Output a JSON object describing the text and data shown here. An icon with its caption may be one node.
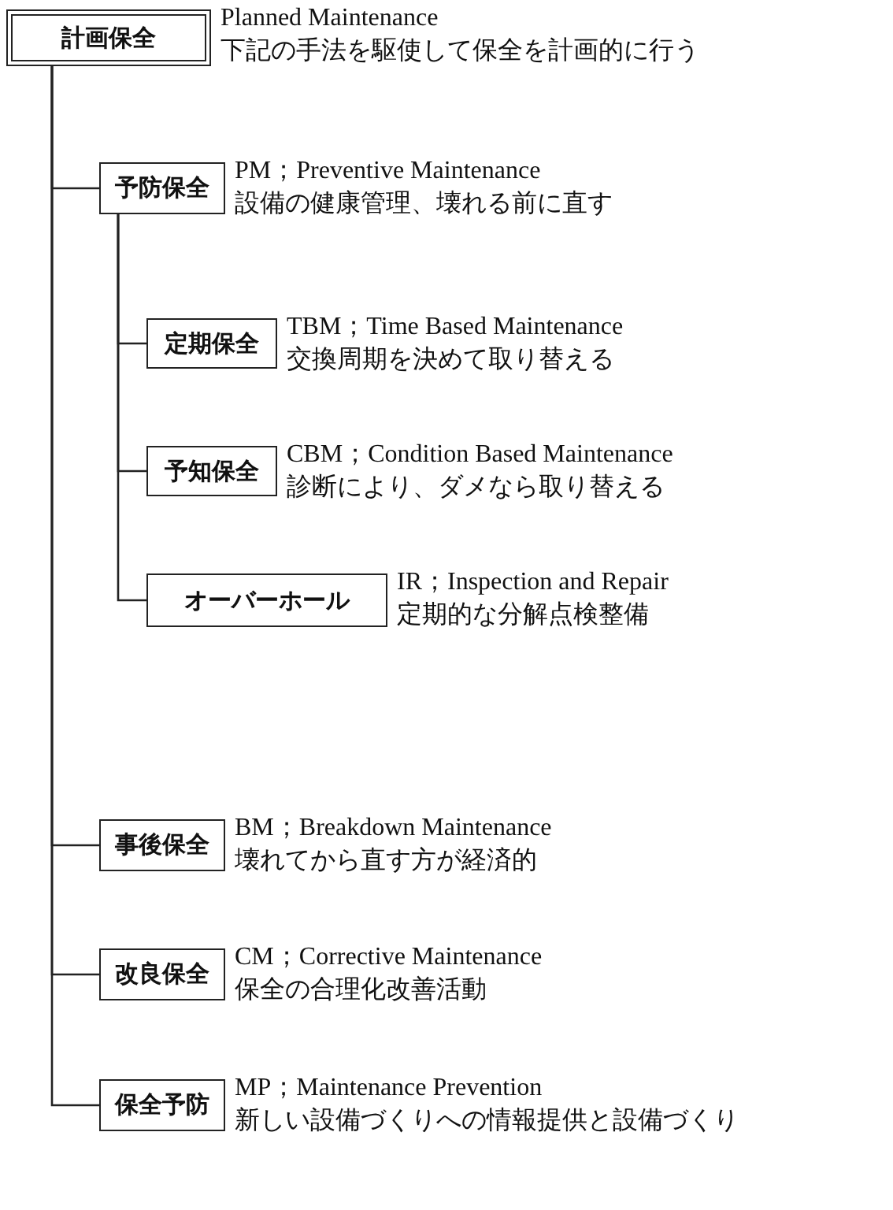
{
  "diagram": {
    "nodes": [
      {
        "text": [
          "計画保全"
        ],
        "beside": [
          "Planned Maintenance",
          "下記の手法を駆使して保全を計画的に行う"
        ]
      },
      {
        "text": [
          "予防保全"
        ],
        "beside": [
          "PM；Preventive Maintenance",
          "設備の健康管理、壊れる前に直す"
        ]
      },
      {
        "text": [
          "定期保全"
        ],
        "beside": [
          "TBM；Time Based Maintenance",
          "交換周期を決めて取り替える"
        ]
      },
      {
        "text": [
          "予知保全"
        ],
        "beside": [
          "CBM；Condition Based Maintenance",
          "診断により、ダメなら取り替える"
        ]
      },
      {
        "text": [
          "オーバーホール"
        ],
        "beside": [
          "IR；Inspection and Repair",
          "定期的な分解点検整備"
        ]
      },
      {
        "text": [
          "事後保全"
        ],
        "beside": [
          "BM；Breakdown Maintenance",
          "壊れてから直す方が経済的"
        ]
      },
      {
        "text": [
          "改良保全"
        ],
        "beside": [
          "CM；Corrective Maintenance",
          "保全の合理化改善活動"
        ]
      },
      {
        "text": [
          "保全予防"
        ],
        "beside": [
          "MP；Maintenance Prevention",
          "新しい設備づくりへの情報提供と設備づくり"
        ]
      }
    ],
    "edges": [
      {
        "from": 0,
        "to": 1,
        "arrow": "none"
      },
      {
        "from": 0,
        "to": 5,
        "arrow": "none"
      },
      {
        "from": 0,
        "to": 6,
        "arrow": "none"
      },
      {
        "from": 0,
        "to": 7,
        "arrow": "none"
      },
      {
        "from": 1,
        "to": 2,
        "arrow": "none"
      },
      {
        "from": 1,
        "to": 3,
        "arrow": "none"
      },
      {
        "from": 1,
        "to": 4,
        "arrow": "none"
      }
    ]
  }
}
